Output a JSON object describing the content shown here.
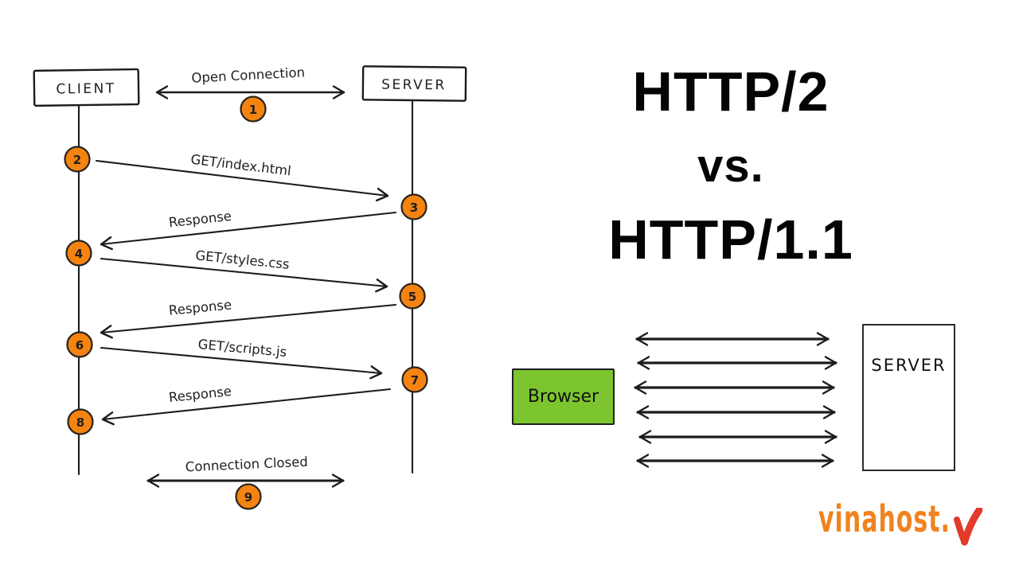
{
  "palette": {
    "background": "#ffffff",
    "ink": "#1c1c1c",
    "step_badge_fill": "#f5830f",
    "step_badge_border": "#262320",
    "step_badge_text": "#ffffff",
    "browser_box_fill": "#7cc52f",
    "title_text": "#040404",
    "logo_orange": "#f0831f",
    "logo_red": "#e43a2b"
  },
  "sequence": {
    "client_label": "CLIENT",
    "server_label": "SERVER",
    "open_connection": {
      "label": "Open Connection"
    },
    "connection_closed": {
      "label": "Connection Closed"
    },
    "steps": [
      "1",
      "2",
      "3",
      "4",
      "5",
      "6",
      "7",
      "8",
      "9"
    ],
    "messages": [
      {
        "label": "GET/index.html",
        "from": "CLIENT",
        "to": "SERVER"
      },
      {
        "label": "Response",
        "from": "SERVER",
        "to": "CLIENT"
      },
      {
        "label": "GET/styles.css",
        "from": "CLIENT",
        "to": "SERVER"
      },
      {
        "label": "Response",
        "from": "SERVER",
        "to": "CLIENT"
      },
      {
        "label": "GET/scripts.js",
        "from": "CLIENT",
        "to": "SERVER"
      },
      {
        "label": "Response",
        "from": "SERVER",
        "to": "CLIENT"
      }
    ]
  },
  "title": {
    "line1": "HTTP/2",
    "line2": "vs.",
    "line3": "HTTP/1.1"
  },
  "http2": {
    "browser_label": "Browser",
    "server_label": "SERVER",
    "stream_arrow_count": 6
  },
  "logo": {
    "text": "vinahost."
  }
}
